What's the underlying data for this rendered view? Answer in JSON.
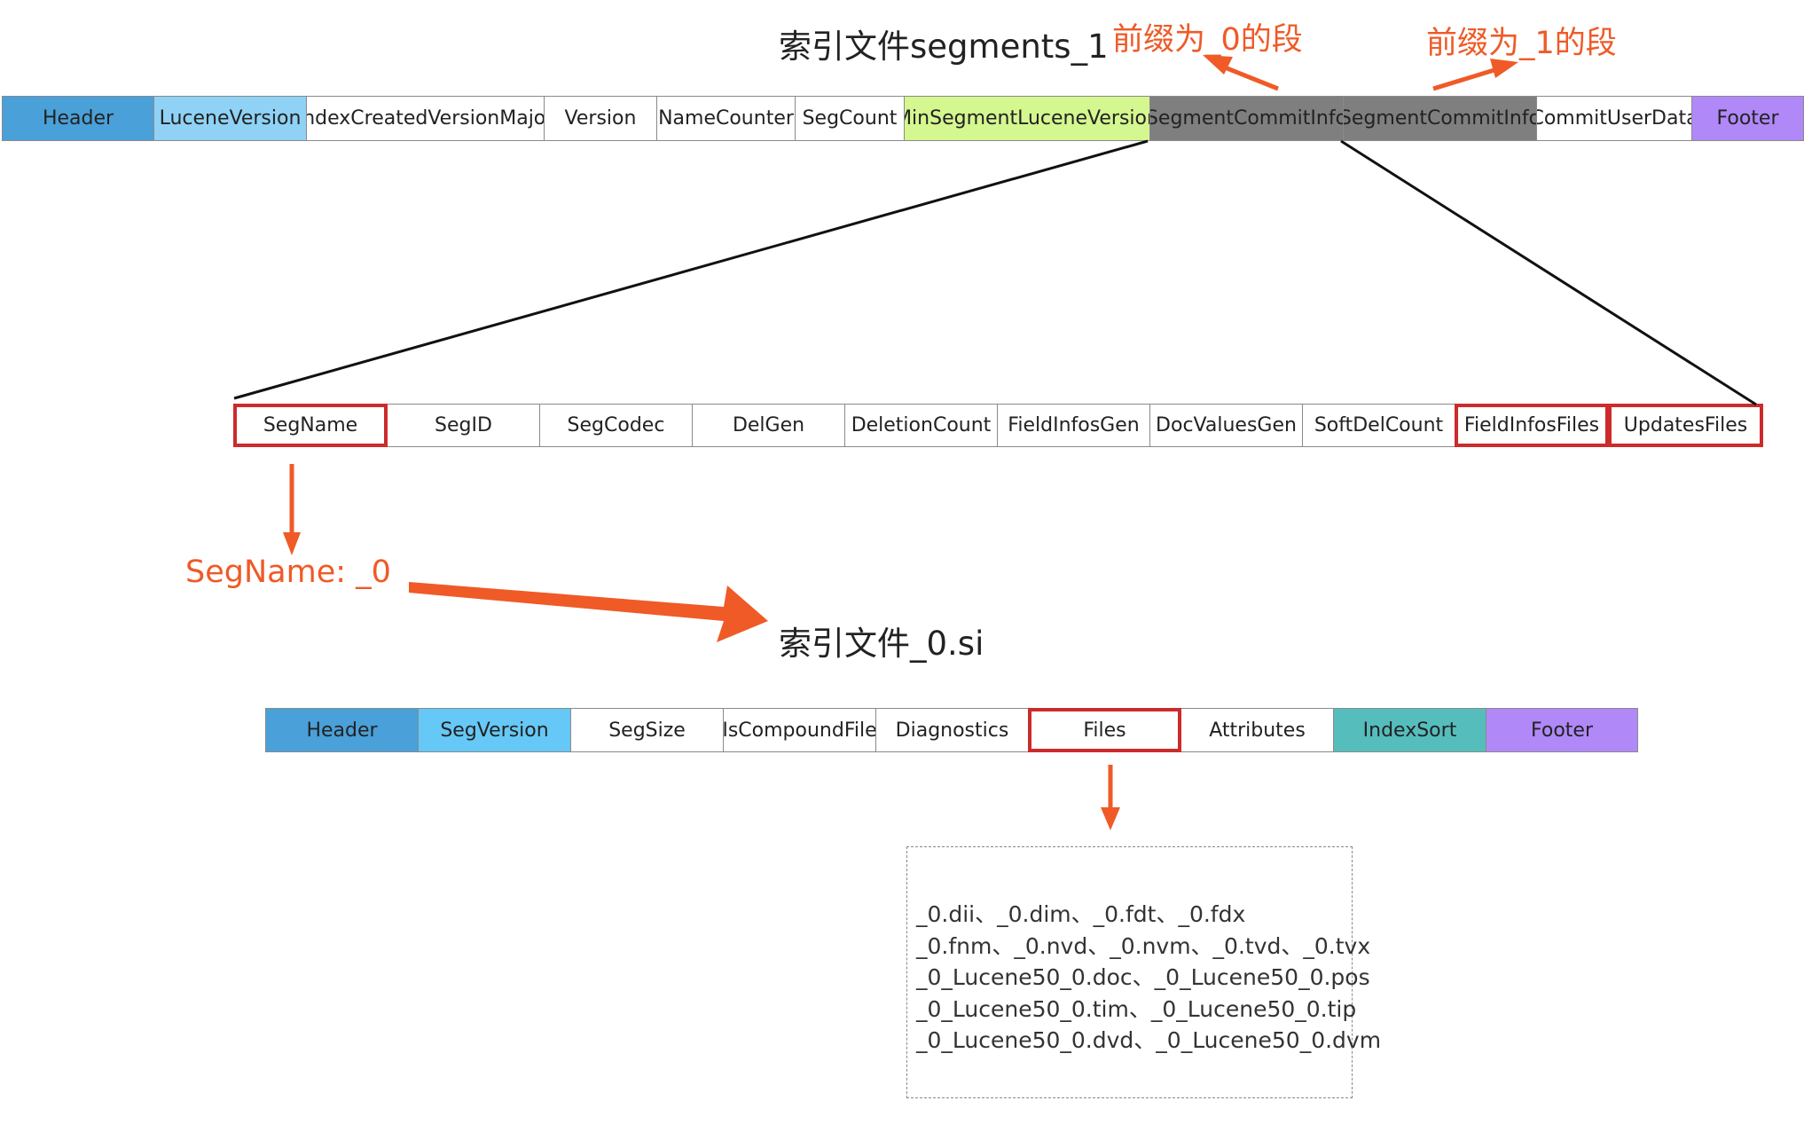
{
  "segments_file": {
    "title": "索引文件segments_1",
    "annotations": [
      "前缀为_0的段",
      "前缀为_1的段"
    ],
    "fields": [
      {
        "label": "Header",
        "color": "#4aa0d9"
      },
      {
        "label": "LuceneVersion",
        "color": "#8fd2f6"
      },
      {
        "label": "IndexCreatedVersionMajor",
        "color": "#ffffff"
      },
      {
        "label": "Version",
        "color": "#ffffff"
      },
      {
        "label": "NameCounter",
        "color": "#ffffff"
      },
      {
        "label": "SegCount",
        "color": "#ffffff"
      },
      {
        "label": "MinSegmentLuceneVersion",
        "color": "#d4f78f"
      },
      {
        "label": "SegmentCommitInfo",
        "color": "#7f7f7f"
      },
      {
        "label": "SegmentCommitInfo",
        "color": "#7f7f7f"
      },
      {
        "label": "CommitUserData",
        "color": "#ffffff"
      },
      {
        "label": "Footer",
        "color": "#b088f8"
      }
    ]
  },
  "segment_commit_info": {
    "fields": [
      {
        "label": "SegName",
        "highlighted": true
      },
      {
        "label": "SegID",
        "highlighted": false
      },
      {
        "label": "SegCodec",
        "highlighted": false
      },
      {
        "label": "DelGen",
        "highlighted": false
      },
      {
        "label": "DeletionCount",
        "highlighted": false
      },
      {
        "label": "FieldInfosGen",
        "highlighted": false
      },
      {
        "label": "DocValuesGen",
        "highlighted": false
      },
      {
        "label": "SoftDelCount",
        "highlighted": false
      },
      {
        "label": "FieldInfosFiles",
        "highlighted": true
      },
      {
        "label": "UpdatesFiles",
        "highlighted": true
      }
    ]
  },
  "segname_note": "SegName: _0",
  "si_file": {
    "title": "索引文件_0.si",
    "fields": [
      {
        "label": "Header",
        "color": "#4aa0d9",
        "highlighted": false
      },
      {
        "label": "SegVersion",
        "color": "#66c8f6",
        "highlighted": false
      },
      {
        "label": "SegSize",
        "color": "#ffffff",
        "highlighted": false
      },
      {
        "label": "IsCompoundFile",
        "color": "#ffffff",
        "highlighted": false
      },
      {
        "label": "Diagnostics",
        "color": "#ffffff",
        "highlighted": false
      },
      {
        "label": "Files",
        "color": "#ffffff",
        "highlighted": true
      },
      {
        "label": "Attributes",
        "color": "#ffffff",
        "highlighted": false
      },
      {
        "label": "IndexSort",
        "color": "#56bdbd",
        "highlighted": false
      },
      {
        "label": "Footer",
        "color": "#b088f8",
        "highlighted": false
      }
    ]
  },
  "files_list": [
    "_0.dii、_0.dim、_0.fdt、_0.fdx",
    "_0.fnm、_0.nvd、_0.nvm、_0.tvd、_0.tvx",
    "_0_Lucene50_0.doc、_0_Lucene50_0.pos",
    "_0_Lucene50_0.tim、_0_Lucene50_0.tip",
    "_0_Lucene50_0.dvd、_0_Lucene50_0.dvm"
  ],
  "colors": {
    "accent": "#ef5a27",
    "highlight_border": "#cc2b2b"
  }
}
